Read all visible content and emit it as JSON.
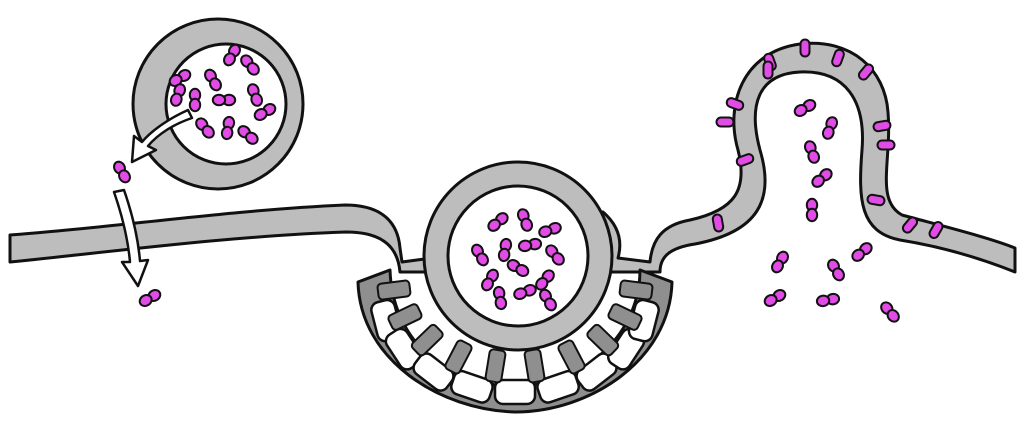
{
  "diagram": {
    "labels": [],
    "colors": {
      "membrane_fill": "#bdbdbd",
      "outline": "#111111",
      "interior": "#ffffff",
      "molecule": "#e24ce6",
      "molecule_highlight": "#f39bf5",
      "coat_dark": "#8f8f8f",
      "coat_light": "#d0d0d0",
      "arrow": "#ffffff"
    },
    "elements": [
      {
        "name": "plasma-membrane",
        "kind": "bilayer strip"
      },
      {
        "name": "coated-pit",
        "kind": "clathrin-coated pit with vesicle"
      },
      {
        "name": "vesicle-top-left",
        "kind": "vesicle releasing molecules"
      },
      {
        "name": "membrane-bud",
        "kind": "membrane protrusion with surface proteins"
      },
      {
        "name": "arrow-release",
        "kind": "curved arrow"
      },
      {
        "name": "arrow-cross",
        "kind": "curved arrow"
      }
    ]
  }
}
